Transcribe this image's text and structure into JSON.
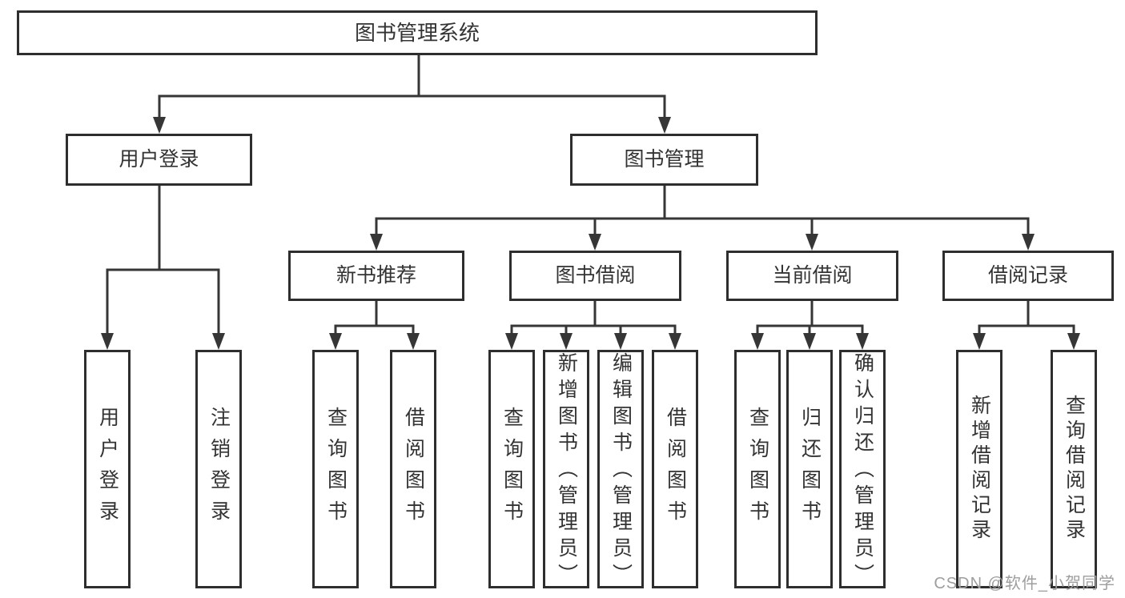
{
  "tree": {
    "root": "图书管理系统",
    "level1": [
      "用户登录",
      "图书管理"
    ],
    "level2": [
      "新书推荐",
      "图书借阅",
      "当前借阅",
      "借阅记录"
    ],
    "leaves": {
      "login": [
        "用户登录",
        "注销登录"
      ],
      "recommend": [
        "查询图书",
        "借阅图书"
      ],
      "borrow": [
        "查询图书",
        "新增图书（管理员）",
        "编辑图书（管理员）",
        "借阅图书"
      ],
      "current": [
        "查询图书",
        "归还图书",
        "确认归还（管理员）"
      ],
      "records": [
        "新增借阅记录",
        "查询借阅记录"
      ]
    }
  },
  "watermark": "CSDN @软件_小贺同学",
  "colors": {
    "line": "#363636",
    "box_border": "#2e2e2e",
    "text": "#333333",
    "watermark": "#9e9e9e",
    "background": "#ffffff"
  }
}
